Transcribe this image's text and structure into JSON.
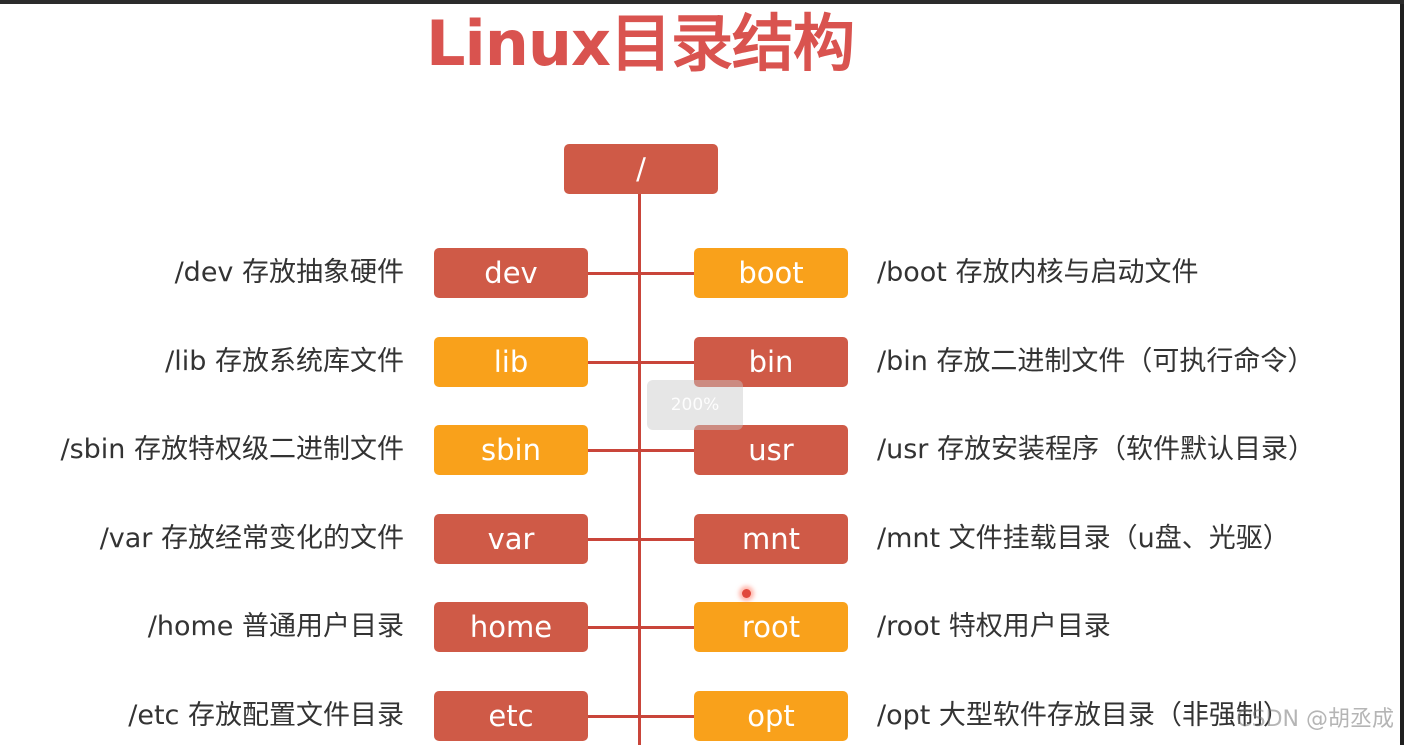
{
  "title": "Linux目录结构",
  "root": {
    "label": "/"
  },
  "left_nodes": [
    {
      "label": "dev",
      "color": "#cf5a47",
      "desc": "/dev 存放抽象硬件"
    },
    {
      "label": "lib",
      "color": "#f9a11b",
      "desc": "/lib 存放系统库文件"
    },
    {
      "label": "sbin",
      "color": "#f9a11b",
      "desc": "/sbin 存放特权级二进制文件"
    },
    {
      "label": "var",
      "color": "#cf5a47",
      "desc": "/var 存放经常变化的文件"
    },
    {
      "label": "home",
      "color": "#cf5a47",
      "desc": "/home 普通用户目录"
    },
    {
      "label": "etc",
      "color": "#cf5a47",
      "desc": "/etc 存放配置文件目录"
    }
  ],
  "right_nodes": [
    {
      "label": "boot",
      "color": "#f9a11b",
      "desc": "/boot 存放内核与启动文件"
    },
    {
      "label": "bin",
      "color": "#cf5a47",
      "desc": "/bin 存放二进制文件（可执行命令）"
    },
    {
      "label": "usr",
      "color": "#cf5a47",
      "desc": "/usr 存放安装程序（软件默认目录）"
    },
    {
      "label": "mnt",
      "color": "#cf5a47",
      "desc": "/mnt 文件挂载目录（u盘、光驱）"
    },
    {
      "label": "root",
      "color": "#f9a11b",
      "desc": "/root 特权用户目录"
    },
    {
      "label": "opt",
      "color": "#f9a11b",
      "desc": "/opt 大型软件存放目录（非强制）"
    }
  ],
  "zoom_badge": "200%",
  "watermark": "CSDN @胡丞成",
  "colors": {
    "title": "#d9534f",
    "connector": "#c9453a",
    "node_red": "#cf5a47",
    "node_orange": "#f9a11b"
  }
}
